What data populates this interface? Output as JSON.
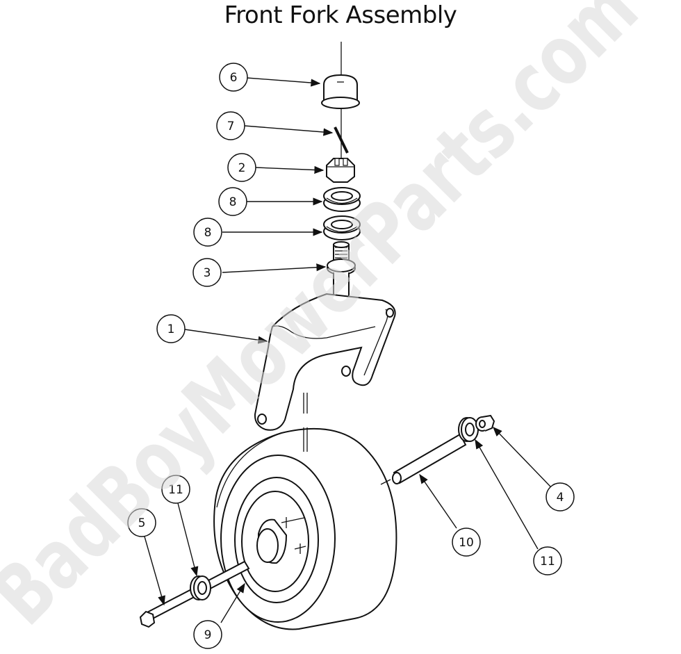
{
  "title": "Front Fork Assembly",
  "watermark": "BadBoyMowerParts.com",
  "callouts": [
    {
      "id": "callout-6",
      "label": "6"
    },
    {
      "id": "callout-7",
      "label": "7"
    },
    {
      "id": "callout-2",
      "label": "2"
    },
    {
      "id": "callout-8-upper",
      "label": "8"
    },
    {
      "id": "callout-8-lower",
      "label": "8"
    },
    {
      "id": "callout-3",
      "label": "3"
    },
    {
      "id": "callout-1",
      "label": "1"
    },
    {
      "id": "callout-4",
      "label": "4"
    },
    {
      "id": "callout-10",
      "label": "10"
    },
    {
      "id": "callout-11-right",
      "label": "11"
    },
    {
      "id": "callout-11-left",
      "label": "11"
    },
    {
      "id": "callout-5",
      "label": "5"
    },
    {
      "id": "callout-9",
      "label": "9"
    }
  ]
}
